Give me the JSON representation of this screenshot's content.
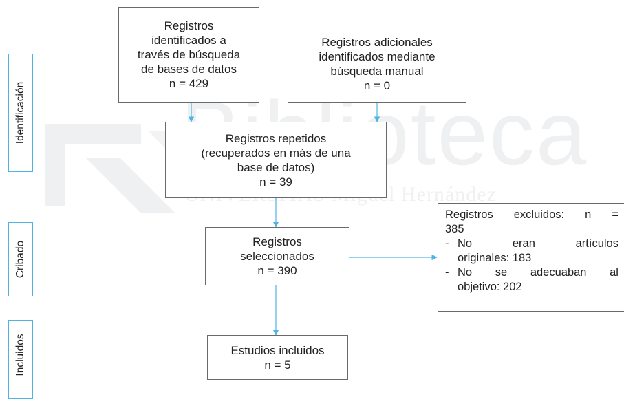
{
  "watermark": {
    "main_text": "Biblioteca",
    "sub_text": "UNIVERSITAS Miguel Hernández"
  },
  "stages": {
    "identification": "Identificación",
    "screening": "Cribado",
    "included": "Incluidos"
  },
  "boxes": {
    "db_records": [
      "Registros",
      "identificados a",
      "través de búsqueda",
      "de bases de datos",
      "n = 429"
    ],
    "manual_records": [
      "Registros adicionales",
      "identificados mediante",
      "búsqueda manual",
      "n = 0"
    ],
    "duplicates": [
      "Registros repetidos",
      "(recuperados en más de una",
      "base de datos)",
      "n = 39"
    ],
    "selected": [
      "Registros",
      "seleccionados",
      "n = 390"
    ],
    "included": [
      "Estudios incluidos",
      "n = 5"
    ],
    "excluded": {
      "line1_words": [
        "Registros",
        "excluidos:",
        "n",
        "="
      ],
      "line2": "385",
      "item1_dash": "-",
      "item1_words": [
        "No",
        "eran",
        "artículos"
      ],
      "item1_cont": "originales: 183",
      "item2_dash": "-",
      "item2_words": [
        "No",
        "se",
        "adecuaban",
        "al"
      ],
      "item2_cont": "objetivo: 202"
    }
  },
  "colors": {
    "stage_border": "#4fb3e4",
    "arrow": "#4fb3e4",
    "box_border": "#6a6a6a",
    "watermark": "#eef0f2"
  }
}
